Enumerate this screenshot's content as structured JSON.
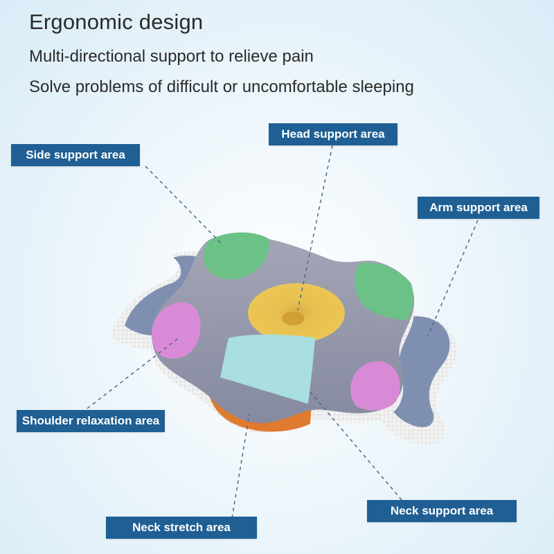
{
  "heading": {
    "title": "Ergonomic design",
    "line1": "Multi-directional support to relieve pain",
    "line2": "Solve problems of difficult or uncomfortable sleeping"
  },
  "callouts": {
    "side": "Side support area",
    "head": "Head support area",
    "arm": "Arm support area",
    "shoulder": "Shoulder relaxation area",
    "neck_stretch": "Neck stretch area",
    "neck_support": "Neck support area"
  },
  "colors": {
    "label_bg": "#1f5f93",
    "side_zone": "#6cc187",
    "head_zone": "#e9c24f",
    "shoulder_zone": "#d98ad6",
    "neck_zone": "#a9dfe0",
    "neck_stretch_zone": "#e07a2e",
    "arm_zone": "#7f8fb0",
    "pillow_top": "#8f93a6"
  }
}
